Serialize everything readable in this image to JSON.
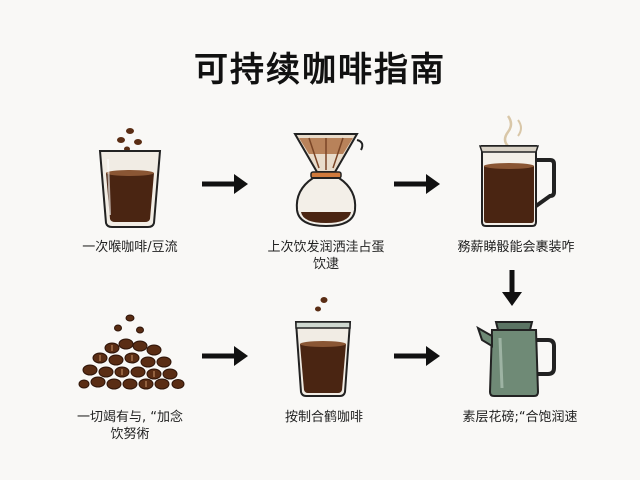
{
  "title": "可持续咖啡指南",
  "steps": [
    {
      "label": "一次喉咖啡/豆流",
      "icon": "coffee-glass-with-beans-icon"
    },
    {
      "label": "上次饮发润洒洼占蛋\n饮逮",
      "icon": "pour-over-dripper-icon"
    },
    {
      "label": "務薪睇骰能会裹装咋",
      "icon": "coffee-carafe-icon"
    },
    {
      "label": "素层花磅;“合饱润速",
      "icon": "green-kettle-icon"
    },
    {
      "label": "按制合鹤咖啡",
      "icon": "coffee-glass-icon"
    },
    {
      "label": "一切竭有与, “加念\n饮努術",
      "icon": "coffee-beans-pile-icon"
    }
  ],
  "colors": {
    "coffee": "#4a2512",
    "coffee_light": "#7a4526",
    "bean": "#5a2d14",
    "glass": "#e9e4dc",
    "kettle": "#6f8a76",
    "arrow": "#111111"
  }
}
